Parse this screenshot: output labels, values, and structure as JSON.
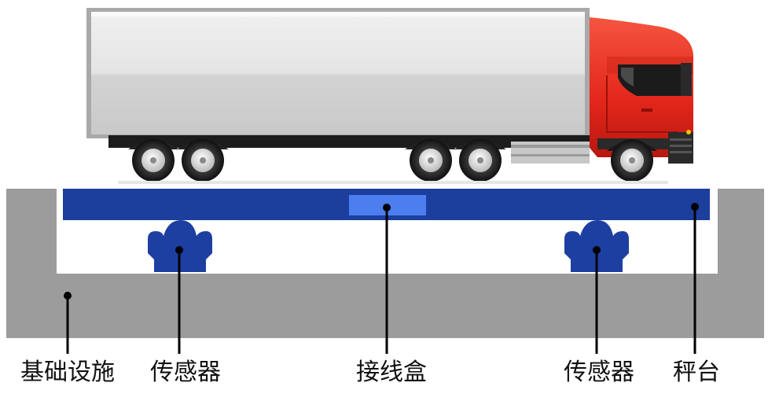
{
  "labels": {
    "foundation": "基础设施",
    "sensor_left": "传感器",
    "junction_box": "接线盒",
    "sensor_right": "传感器",
    "platform": "秤台"
  },
  "colors": {
    "foundation": "#9b9b9b",
    "platform": "#1c3f9e",
    "junction_box": "#4c7ef0",
    "sensor": "#1e3fa2",
    "truck_cab": "#e8291b",
    "trailer": "#dcdcdc",
    "leader": "#000000"
  }
}
